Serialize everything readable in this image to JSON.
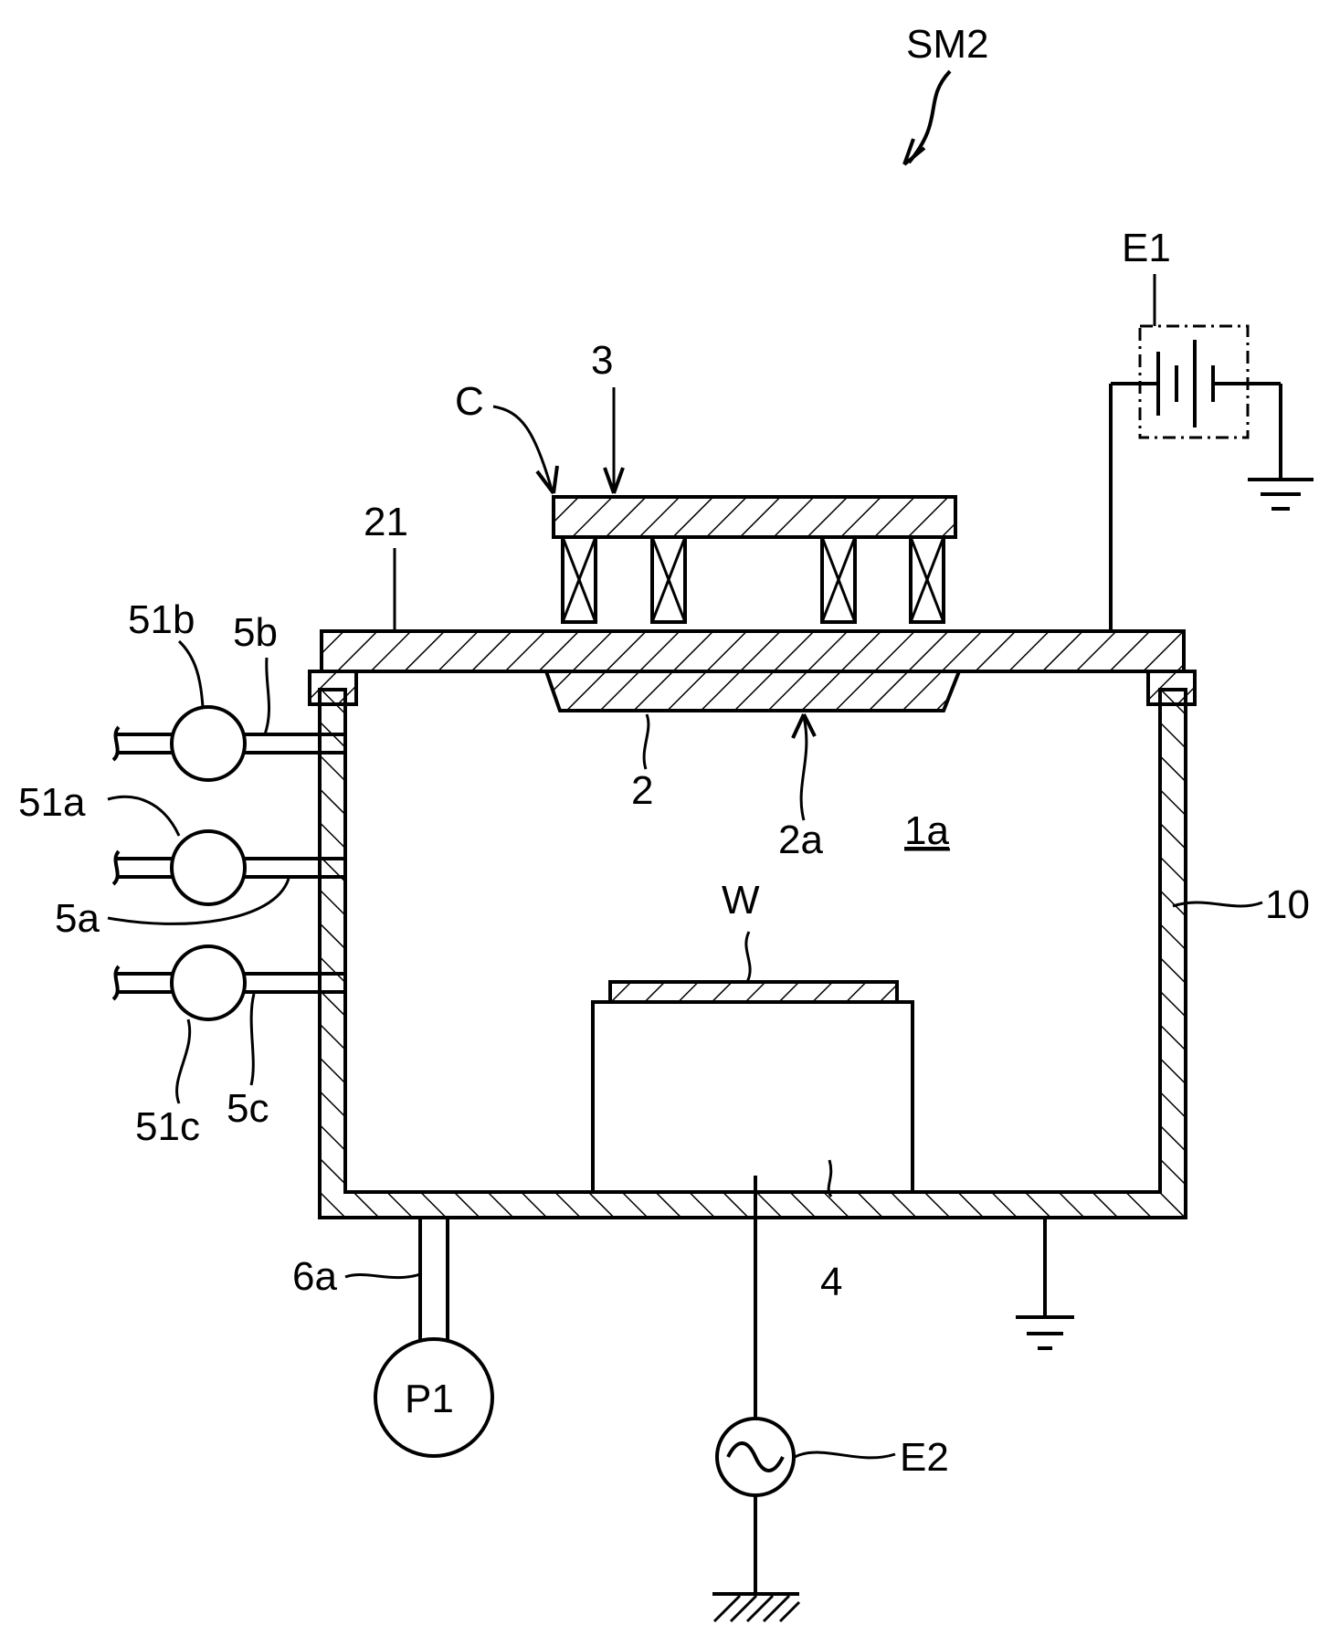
{
  "figure": {
    "label": "SM2"
  },
  "components": {
    "dc_source": "E1",
    "rf_source": "E2",
    "pump": "P1",
    "magnet_yoke": "3",
    "magnet_corner": "C",
    "lid": "21",
    "target": "2",
    "target_surface": "2a",
    "chamber_space": "1a",
    "chamber_wall": "10",
    "wafer": "W",
    "stage": "4",
    "exhaust_pipe": "6a",
    "valve_b": "51b",
    "pipe_b": "5b",
    "valve_a": "51a",
    "pipe_a": "5a",
    "valve_c": "51c",
    "pipe_c": "5c"
  },
  "colors": {
    "line": "#000000",
    "background": "#ffffff"
  }
}
